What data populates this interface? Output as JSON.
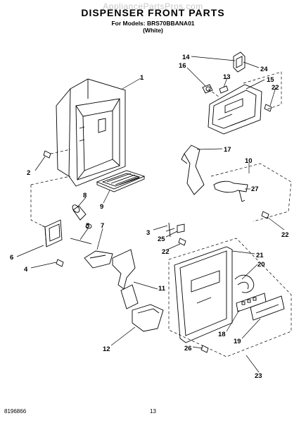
{
  "header": {
    "watermark": "AppliancePartsPros.com",
    "title": "DISPENSER FRONT PARTS",
    "models_line": "For Models: BRS70BBANA01",
    "color_line": "(White)"
  },
  "footer": {
    "doc_code": "8196866",
    "page_number": "13"
  },
  "callouts": [
    "1",
    "2",
    "3",
    "4",
    "5",
    "6",
    "7",
    "8",
    "9",
    "10",
    "11",
    "12",
    "13",
    "14",
    "15",
    "16",
    "17",
    "18",
    "19",
    "20",
    "21",
    "22",
    "22",
    "22",
    "23",
    "24",
    "25",
    "26",
    "27"
  ]
}
